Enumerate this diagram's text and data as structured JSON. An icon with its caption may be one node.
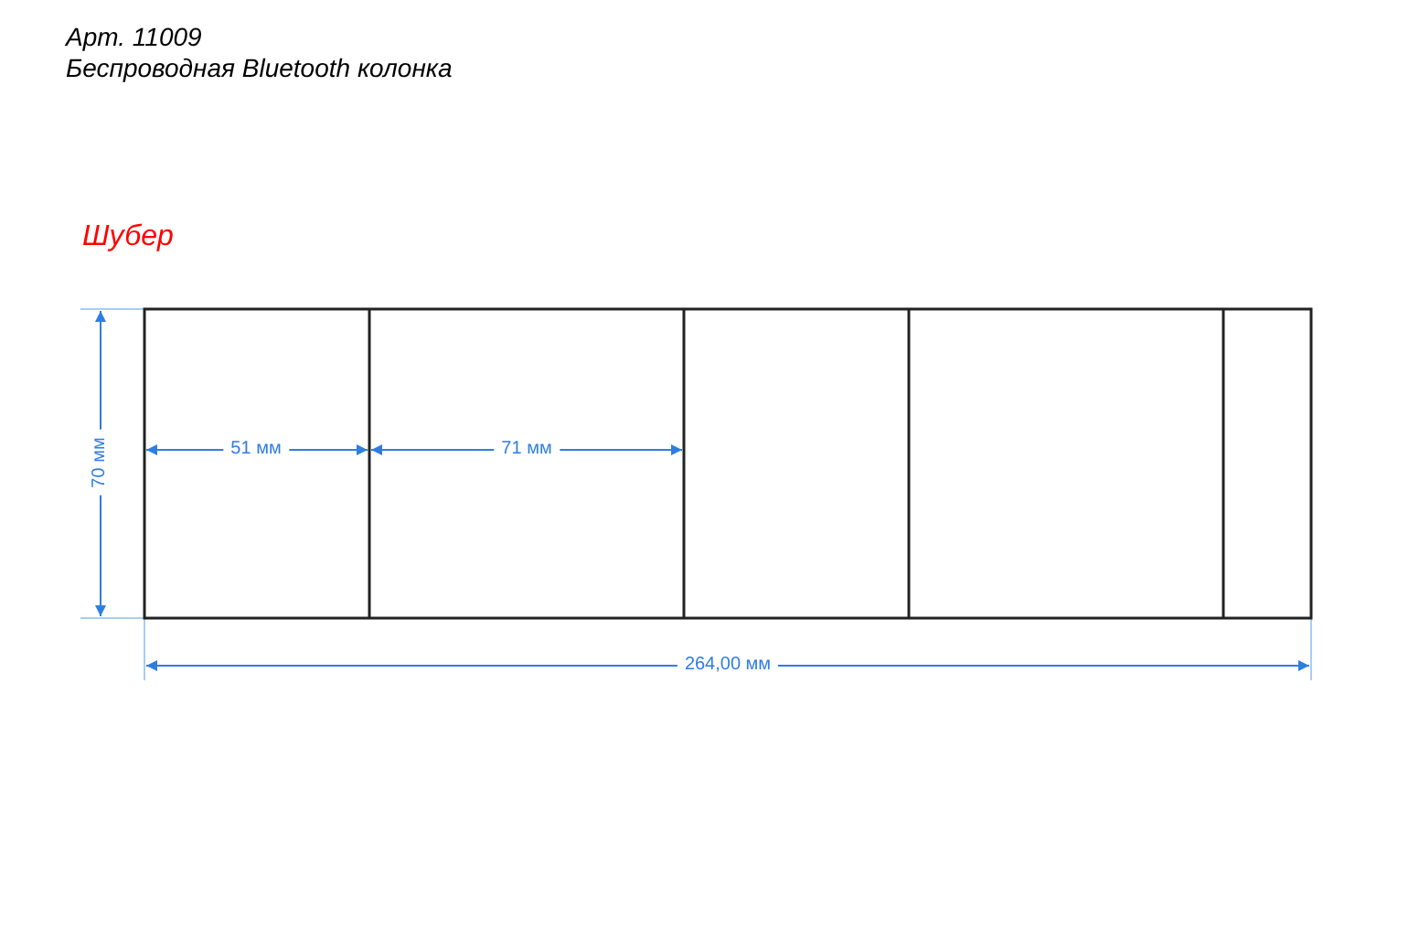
{
  "diagram": {
    "title": "Арт. 11009",
    "labels": [
      "Беспроводная Bluetooth колонка",
      "Шубер",
      "70 мм",
      "51 мм",
      "71 мм",
      "264,00 мм"
    ]
  }
}
